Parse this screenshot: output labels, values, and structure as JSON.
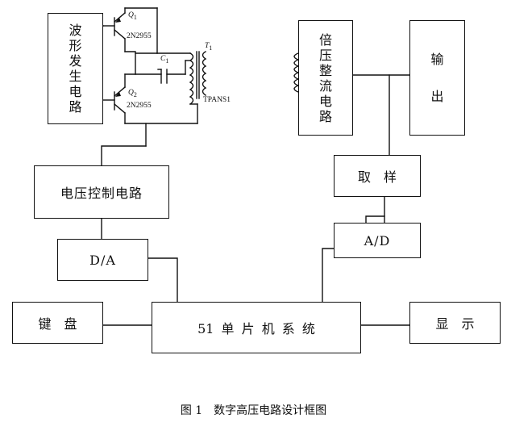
{
  "blocks": {
    "waveform": "波形发生电路",
    "voltage_multiplier": "倍压整流电路",
    "output": "输出",
    "sampling": "取　样",
    "voltage_control": "电压控制电路",
    "dac": "D/A",
    "adc": "A/D",
    "keyboard": "键　盘",
    "mcu": "51 单 片 机 系 统",
    "display": "显　示"
  },
  "components": {
    "q1_label": "Q",
    "q1_sub": "1",
    "q1_part": "2N2955",
    "q2_label": "Q",
    "q2_sub": "2",
    "q2_part": "2N2955",
    "c1_label": "C",
    "c1_sub": "1",
    "t1_label": "T",
    "t1_sub": "1",
    "transformer_part": "TPANS1"
  },
  "caption": "图 1　数字高压电路设计框图"
}
